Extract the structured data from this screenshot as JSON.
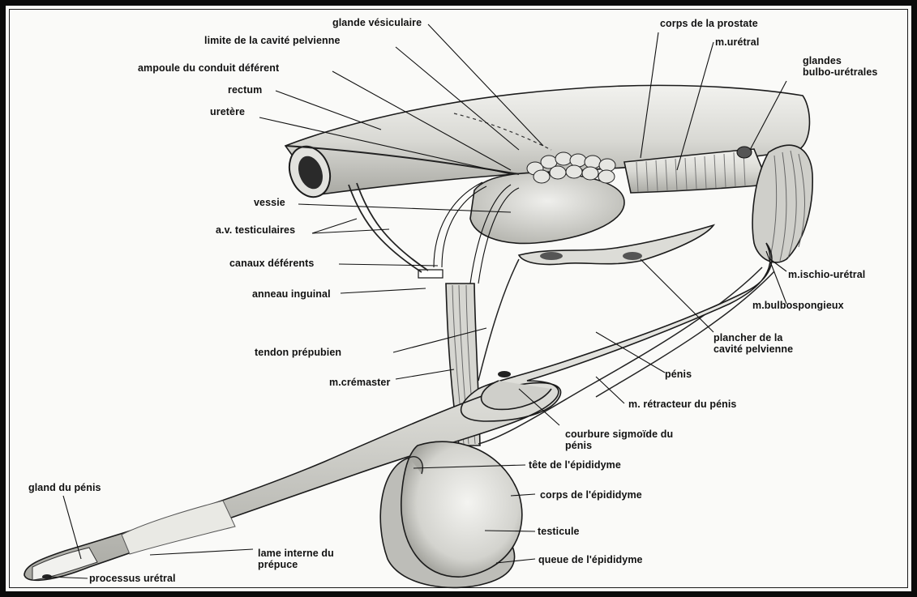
{
  "labels": {
    "glande_vesiculaire": "glande vésiculaire",
    "limite_cavite": "limite de la cavité pelvienne",
    "ampoule": "ampoule du conduit déférent",
    "rectum": "rectum",
    "uretere": "uretère",
    "corps_prostate": "corps de la prostate",
    "m_uretral": "m.urétral",
    "glandes_bulbo_1": "glandes",
    "glandes_bulbo_2": "bulbo-urétrales",
    "vessie": "vessie",
    "av_testiculaires": "a.v. testiculaires",
    "canaux_deferents": "canaux déférents",
    "anneau_inguinal": "anneau inguinal",
    "m_ischio": "m.ischio-urétral",
    "m_bulbospongieux": "m.bulbospongieux",
    "plancher_1": "plancher de la",
    "plancher_2": "cavité pelvienne",
    "tendon": "tendon prépubien",
    "m_cremaster": "m.crémaster",
    "penis": "pénis",
    "m_retracteur": "m. rétracteur du pénis",
    "courbure_1": "courbure sigmoïde du",
    "courbure_2": "pénis",
    "tete_epididyme": "tête de l'épididyme",
    "gland_penis": "gland du pénis",
    "corps_epididyme": "corps de l'épididyme",
    "testicule": "testicule",
    "lame_1": "lame interne du",
    "lame_2": "prépuce",
    "queue_epididyme": "queue de l'épididyme",
    "processus": "processus urétral"
  }
}
